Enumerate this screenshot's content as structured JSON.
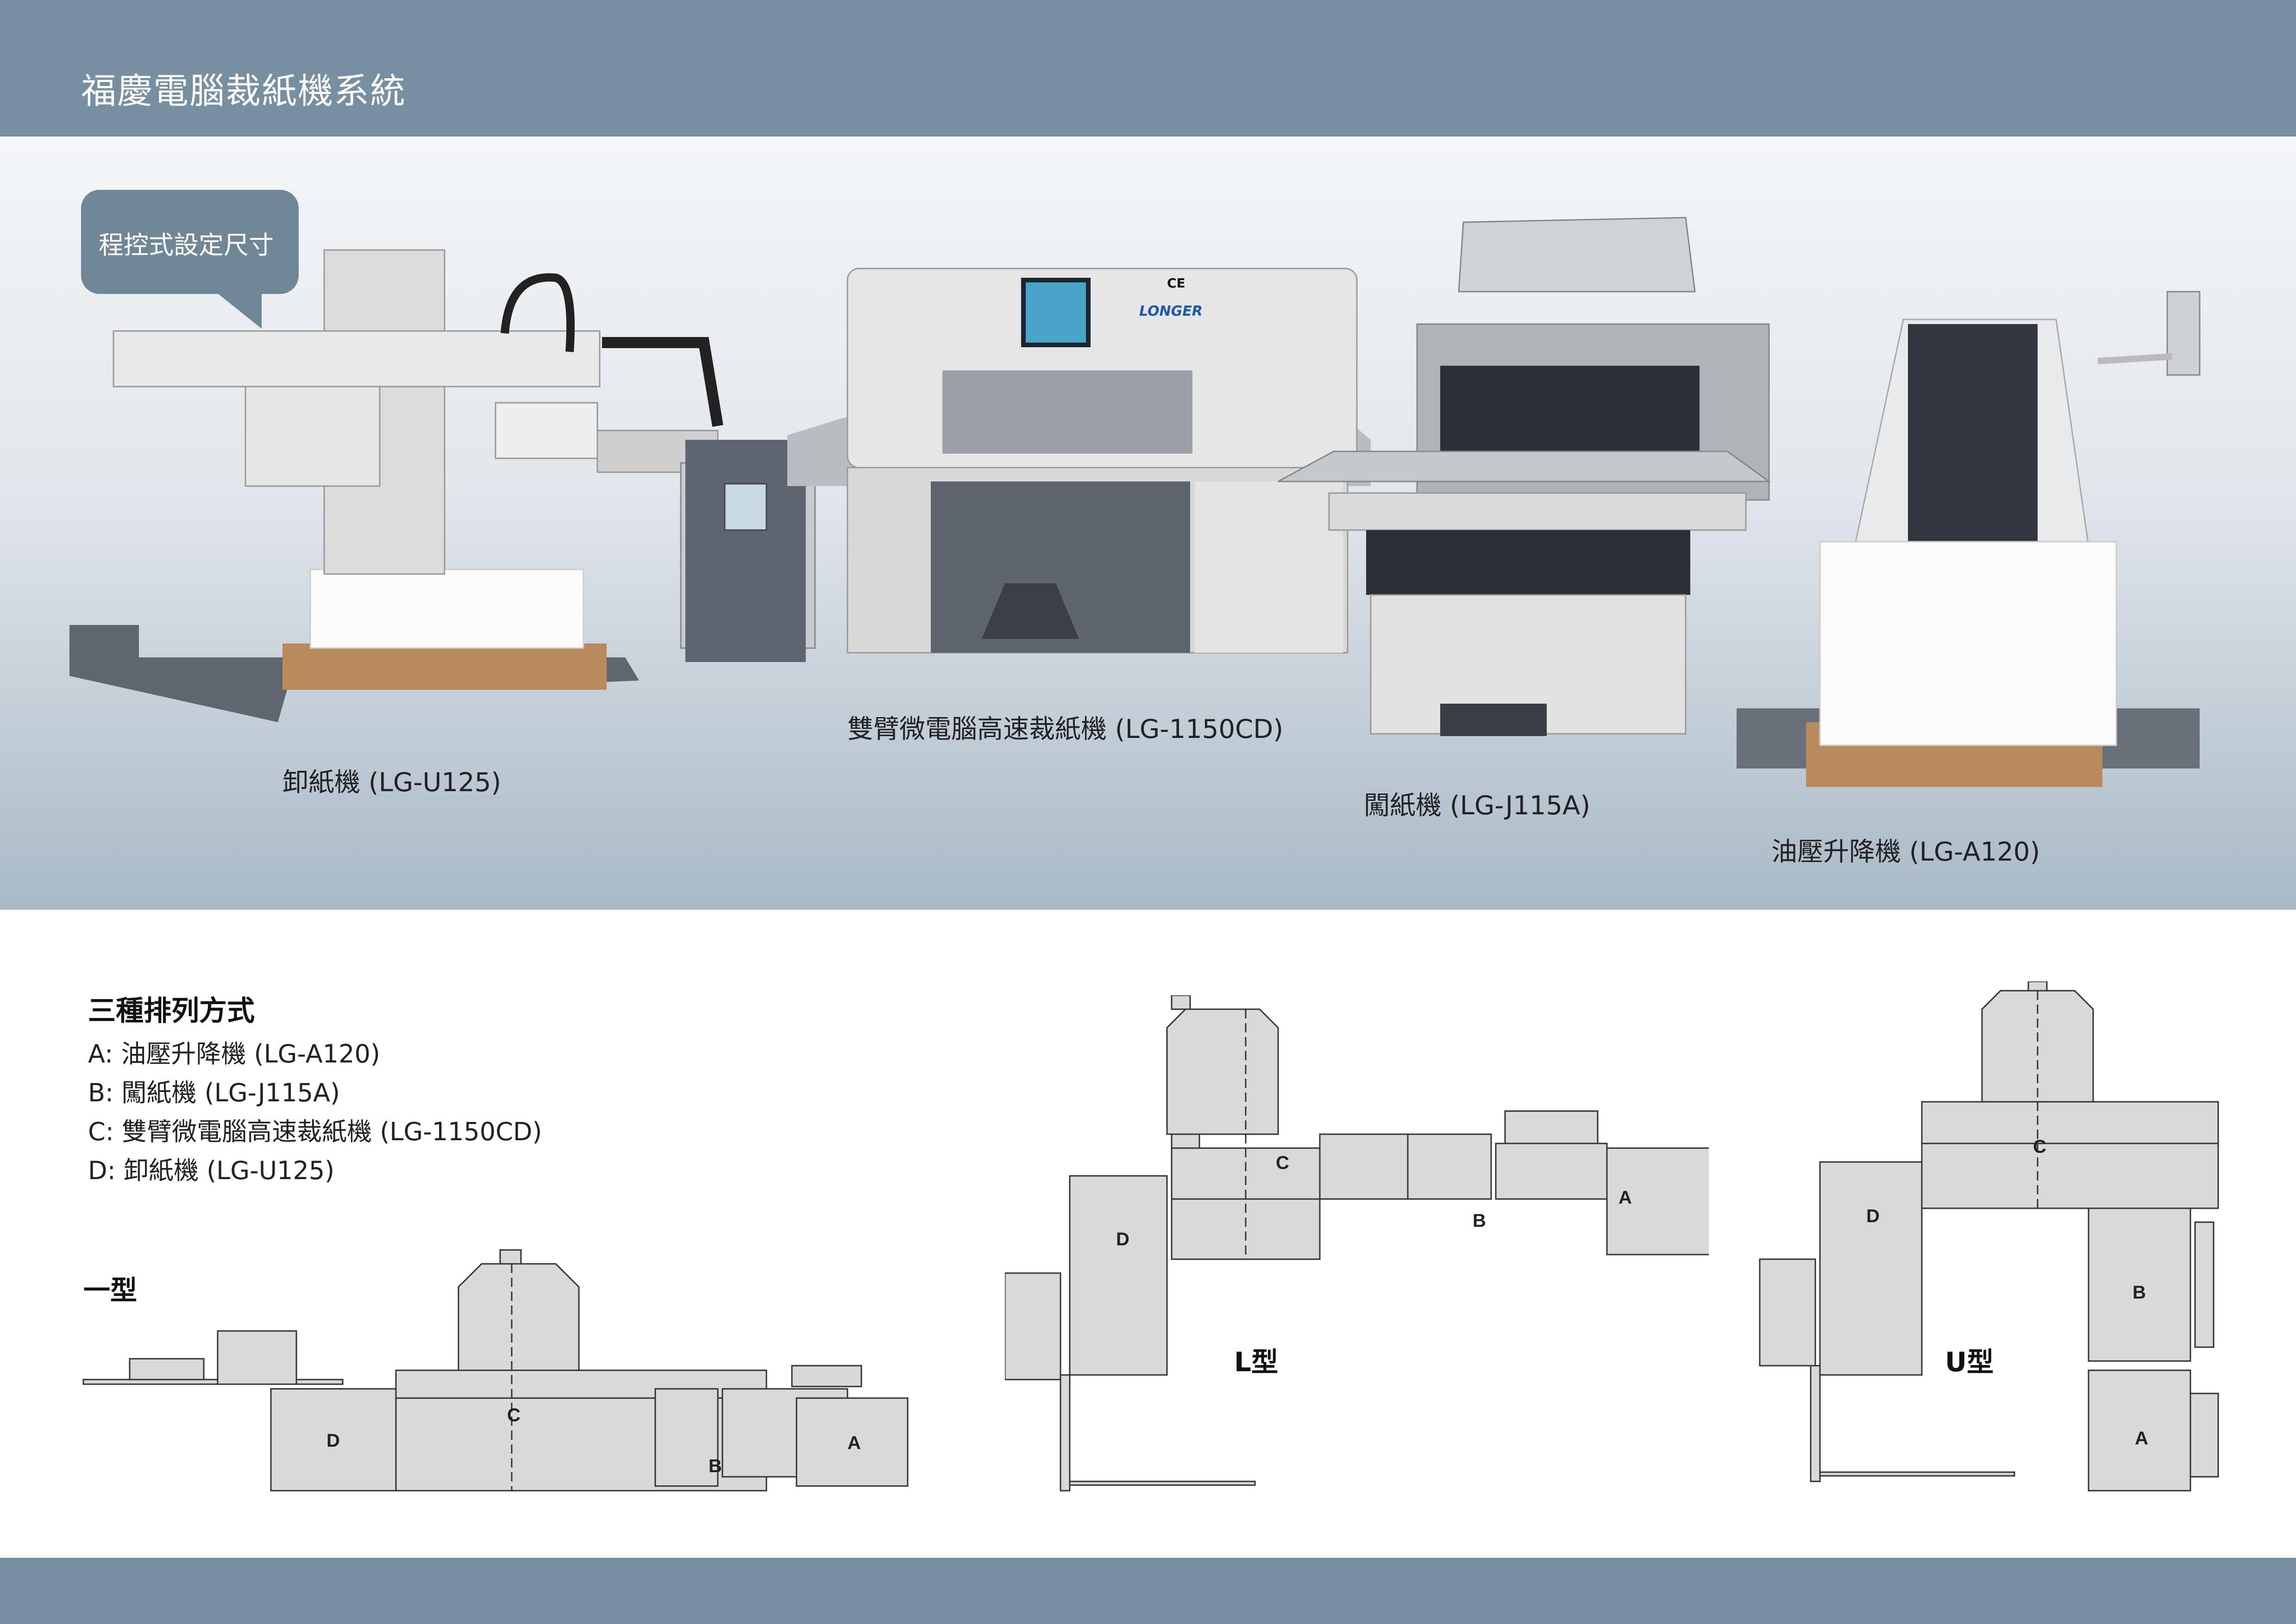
{
  "header": {
    "title": "福慶電腦裁紙機系統"
  },
  "callout": {
    "text": "程控式設定尺寸"
  },
  "brand": {
    "logo_text": "LONGER",
    "ce_mark": "CE"
  },
  "machines": [
    {
      "label": "卸紙機 (LG-U125)"
    },
    {
      "label": "雙臂微電腦高速裁紙機 (LG-1150CD)"
    },
    {
      "label": "闖紙機 (LG-J115A)"
    },
    {
      "label": "油壓升降機 (LG-A120)"
    }
  ],
  "arrangement": {
    "title": "三種排列方式",
    "legend": [
      "A: 油壓升降機 (LG-A120)",
      "B: 闖紙機 (LG-J115A)",
      "C: 雙臂微電腦高速裁紙機 (LG-1150CD)",
      "D: 卸紙機 (LG-U125)"
    ],
    "layouts": [
      "一型",
      "L型",
      "U型"
    ],
    "unit_letters": {
      "a": "A",
      "b": "B",
      "c": "C",
      "d": "D"
    }
  },
  "colors": {
    "header_bg": "#7690a1",
    "callout_bg": "#6f8797",
    "unit_fill": "#d9d9d9"
  }
}
